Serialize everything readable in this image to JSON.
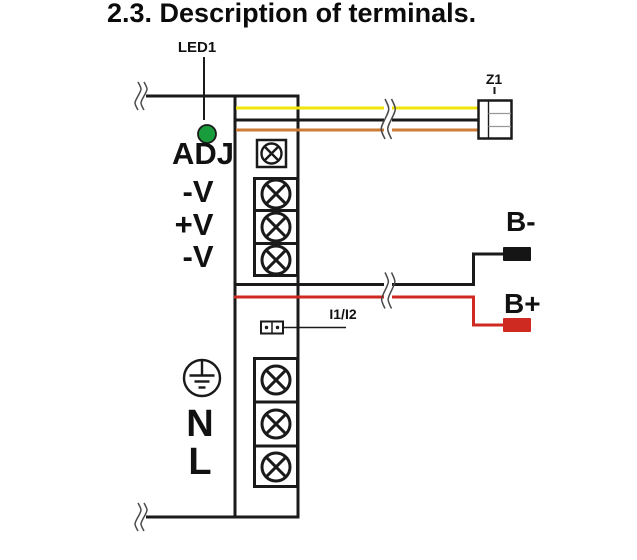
{
  "title": "2.3. Description of terminals.",
  "labels": {
    "led": "LED1",
    "adj": "ADJ",
    "v_minus_top": "-V",
    "v_plus": "+V",
    "v_minus_bottom": "-V",
    "z1": "Z1",
    "jumper": "I1/I2",
    "b_minus": "B-",
    "b_plus": "B+",
    "neutral": "N",
    "line": "L"
  },
  "colors": {
    "wire_yellow": "#F0E50A",
    "wire_orange": "#CE7B35",
    "wire_red": "#CF2A21",
    "wire_black": "#1A1A1A",
    "led_green": "#189C3C",
    "connector_black": "#151515",
    "connector_red": "#CF2A21"
  },
  "icons": {
    "terminal_screw": "circle-with-x",
    "earth_ground": "earth-ground-symbol",
    "wire_break": "double-wave-break"
  }
}
